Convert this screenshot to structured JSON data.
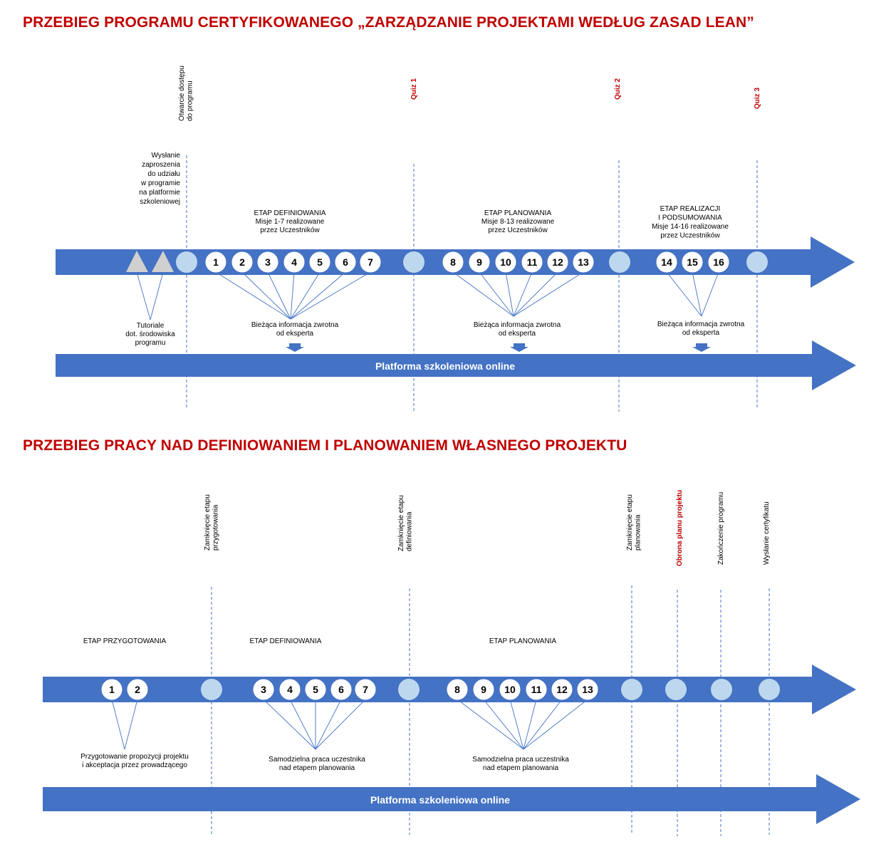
{
  "diagram1": {
    "title": "PRZEBIEG PROGRAMU CERTYFIKOWANEGO „ZARZĄDZANIE PROJEKTAMI WEDŁUG ZASAD LEAN”",
    "milestones": {
      "open": [
        "Otwarcie dostępu",
        "do programu"
      ],
      "quiz1": "Quiz 1",
      "quiz2": "Quiz 2",
      "quiz3": "Quiz 3"
    },
    "invitation": [
      "Wysłanie",
      "zaproszenia",
      "do udziału",
      "w programie",
      "na platformie",
      "szkoleniowej"
    ],
    "stages": {
      "definiowania": [
        "ETAP DEFINIOWANIA",
        "Misje 1-7 realizowane",
        "przez Uczestników"
      ],
      "planowania": [
        "ETAP PLANOWANIA",
        "Misje 8-13 realizowane",
        "przez Uczestników"
      ],
      "realizacji": [
        "ETAP REALIZACJI",
        "I PODSUMOWANIA",
        "Misje 14-16 realizowane",
        "przez Uczestników"
      ]
    },
    "missions_a": [
      "1",
      "2",
      "3",
      "4",
      "5",
      "6",
      "7"
    ],
    "missions_b": [
      "8",
      "9",
      "10",
      "11",
      "12",
      "13"
    ],
    "missions_c": [
      "14",
      "15",
      "16"
    ],
    "tutorials": [
      "Tutoriale",
      "dot. środowiska",
      "programu"
    ],
    "feedback": [
      "Bieżąca informacja zwrotna",
      "od eksperta"
    ],
    "platform": "Platforma szkoleniowa online"
  },
  "diagram2": {
    "title": "PRZEBIEG PRACY NAD DEFINIOWANIEM I PLANOWANIEM WŁASNEGO PROJEKTU",
    "milestones": {
      "zam_przyg": [
        "Zamknięcie etapu",
        "przygotowania"
      ],
      "zam_def": [
        "Zamknięcie etapu",
        "definiowania"
      ],
      "zam_plan": [
        "Zamknięcie etapu",
        "planowania"
      ],
      "obrona": "Obrona planu projektu",
      "zakonczenie": "Zakończenie programu",
      "certyfikat": "Wysłanie certyfikatu"
    },
    "stages": {
      "przygotowania": "ETAP PRZYGOTOWANIA",
      "definiowania": "ETAP DEFINIOWANIA",
      "planowania": "ETAP PLANOWANIA"
    },
    "missions_a": [
      "1",
      "2"
    ],
    "missions_b": [
      "3",
      "4",
      "5",
      "6",
      "7"
    ],
    "missions_c": [
      "8",
      "9",
      "10",
      "11",
      "12",
      "13"
    ],
    "note_prep": [
      "Przygotowanie propozycji projektu",
      "i akceptacja przez prowadzącego"
    ],
    "note_work_def": [
      "Samodzielna praca uczestnika",
      "nad etapem planowania"
    ],
    "note_work_plan": [
      "Samodzielna praca uczestnika",
      "nad etapem planowania"
    ],
    "platform": "Platforma szkoleniowa online"
  },
  "colors": {
    "arrow": "#4472c4",
    "milestone_circle": "#bdd7ee",
    "triangle": "#d0d0d0",
    "title_red": "#c00000",
    "quiz_red": "#c00000",
    "connector": "#4472c4",
    "dashed": "#4472c4"
  }
}
